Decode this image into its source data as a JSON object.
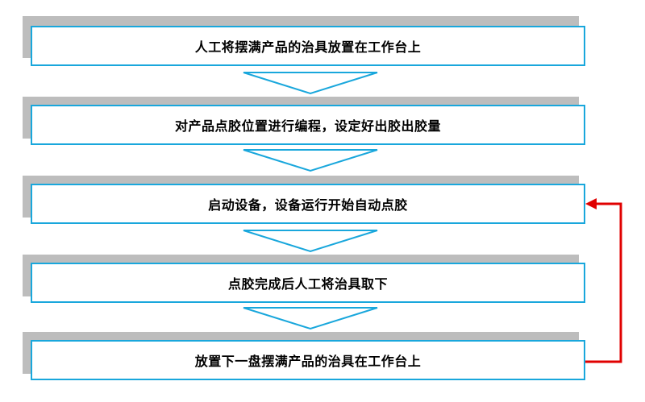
{
  "steps": [
    {
      "id": "place-fixture",
      "label": "人工将摆满产品的治具放置在工作台上"
    },
    {
      "id": "program",
      "label": "对产品点胶位置进行编程，设定好出胶出胶量"
    },
    {
      "id": "start",
      "label": "启动设备，设备运行开始自动点胶"
    },
    {
      "id": "remove",
      "label": "点胶完成后人工将治具取下"
    },
    {
      "id": "place-next",
      "label": "放置下一盘摆满产品的治具在工作台上"
    }
  ],
  "colors": {
    "box_border": "#19a7dc",
    "shadow": "#bdbdbd",
    "arrow_fill": "#ffffff",
    "arrow_stroke": "#19a7dc",
    "loop_arrow": "#e00000"
  },
  "loop": {
    "from": "place-next",
    "to": "start"
  }
}
